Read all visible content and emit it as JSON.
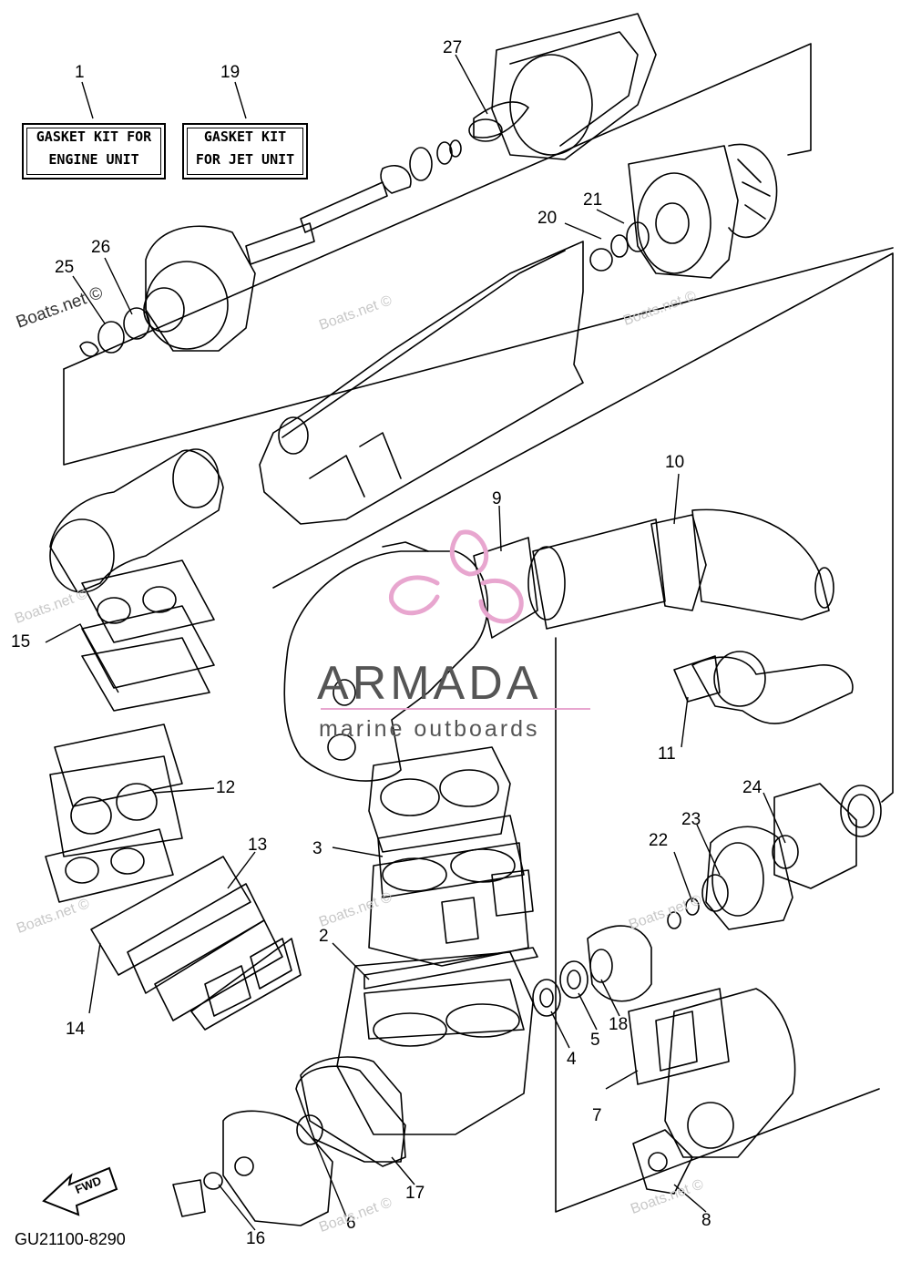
{
  "kits": {
    "engine": {
      "line1": "GASKET KIT FOR",
      "line2": "ENGINE UNIT"
    },
    "jet": {
      "line1": "GASKET KIT",
      "line2": "FOR JET UNIT"
    }
  },
  "callouts": [
    "1",
    "19",
    "27",
    "21",
    "20",
    "26",
    "25",
    "10",
    "9",
    "15",
    "11",
    "12",
    "24",
    "23",
    "22",
    "3",
    "13",
    "2",
    "14",
    "18",
    "5",
    "4",
    "7",
    "17",
    "6",
    "16",
    "8"
  ],
  "watermark": {
    "text": "Boats.net ©"
  },
  "brand": {
    "name": "ARMADA",
    "tagline": "marine outboards",
    "accent": "#e8a6cf"
  },
  "fwd_label": "FWD",
  "diagram_code": "GU21100-8290"
}
